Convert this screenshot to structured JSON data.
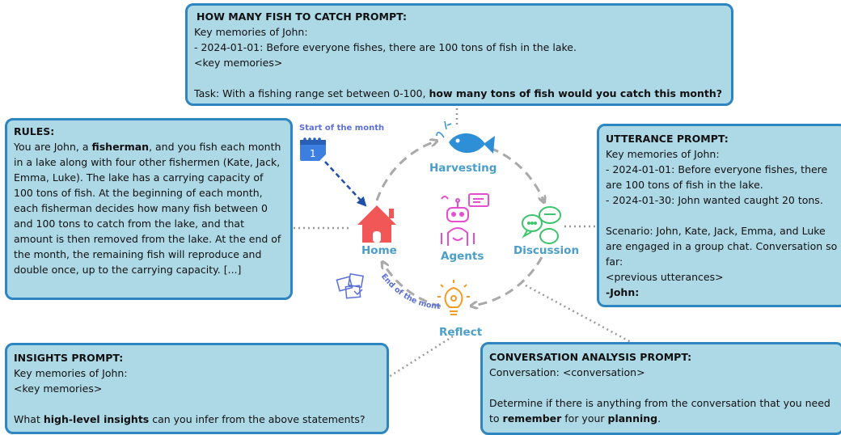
{
  "fish_prompt": {
    "title": "HOW MANY FISH TO CATCH PROMPT:",
    "line1": "Key memories of John:",
    "line2": "- 2024-01-01: Before everyone fishes, there are 100 tons of fish in the lake.",
    "line3": "<key memories>",
    "task_pre": "Task: With a fishing range set between 0-100, ",
    "task_bold": "how many tons of fish would you catch this month?"
  },
  "rules": {
    "title": "RULES:",
    "p1": "You are John, a ",
    "p1_bold": "fisherman",
    "p2": ", and you fish each month in a lake along with four other fishermen (Kate, Jack, Emma, Luke). The lake has a carrying capacity of 100 tons of fish. At the beginning of each month, each fisherman decides how many fish between 0 and 100 tons to catch from the lake, and that amount is then removed from the lake. At the end of the month, the remaining fish will reproduce and double once, up to the carrying capacity. [...]"
  },
  "utterance": {
    "title": "UTTERANCE PROMPT:",
    "line1": "Key memories of John:",
    "line2": "- 2024-01-01: Before everyone fishes, there are 100 tons of fish in the lake.",
    "line3": "- 2024-01-30: John wanted caught 20 tons.",
    "scenario": "Scenario: John, Kate, Jack, Emma, and Luke are engaged in a group chat. Conversation so far:",
    "prev": "<previous utterances>",
    "john": "-John:"
  },
  "insights": {
    "title": "INSIGHTS PROMPT:",
    "line1": "Key memories of John:",
    "line2": "<key memories>",
    "q_pre": "What ",
    "q_bold": "high-level insights",
    "q_post": " can you infer from the above statements?"
  },
  "conversation": {
    "title": "CONVERSATION ANALYSIS PROMPT:",
    "line1": "Conversation: <conversation>",
    "d_pre": "Determine if there is anything from the conversation that you need to ",
    "d_b1": "remember",
    "d_mid": " for your ",
    "d_b2": "planning",
    "d_post": "."
  },
  "cycle": {
    "harvesting": "Harvesting",
    "discussion": "Discussion",
    "reflect": "Reflect",
    "home": "Home",
    "agents": "Agents",
    "start_of_month": "Start of the month",
    "end_of_month": "End of the month",
    "calendar_day": "1"
  },
  "colors": {
    "box_fill": "#add8e6",
    "box_border": "#2e86c1",
    "label_blue": "#4a9ec8",
    "home_red": "#f25757",
    "fish_blue": "#2f8fd6",
    "agent_pink": "#e44fd0",
    "chat_green": "#3ec46d",
    "bulb_orange": "#f59a23",
    "arrow_gray": "#a9a9a9",
    "dark_blue_arrow": "#1f4fa8"
  }
}
